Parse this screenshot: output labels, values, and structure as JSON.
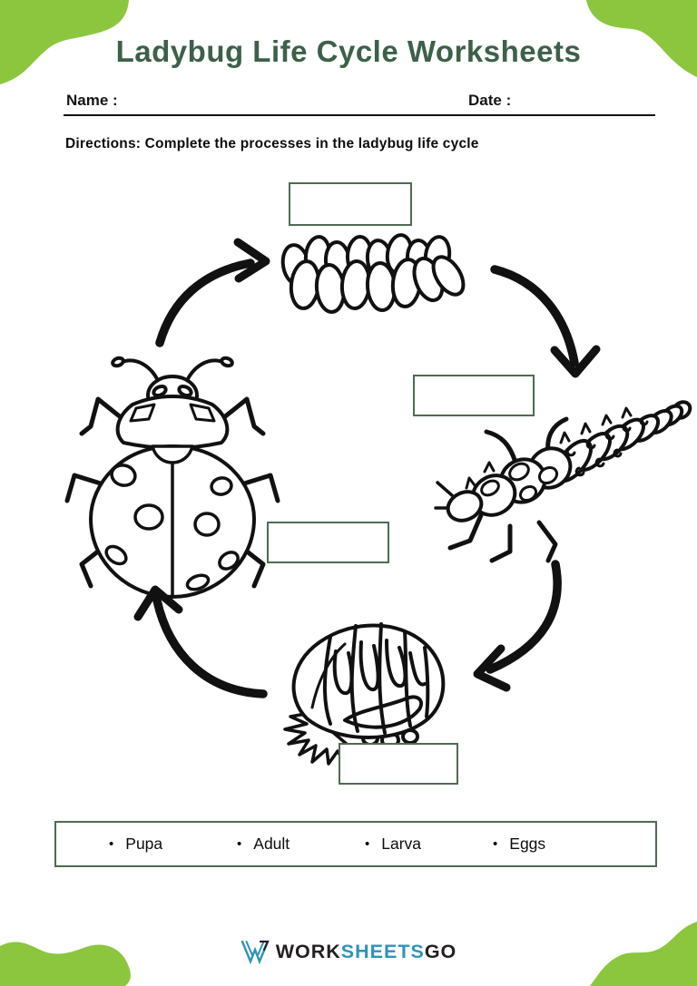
{
  "worksheet": {
    "title": "Ladybug Life Cycle Worksheets",
    "name_label": "Name :",
    "date_label": "Date :",
    "directions": "Directions: Complete the processes in the ladybug life cycle"
  },
  "cycle": {
    "answer_boxes": [
      {
        "id": "top-above-eggs",
        "value": ""
      },
      {
        "id": "right-above-larva",
        "value": ""
      },
      {
        "id": "middle-beside-adult",
        "value": ""
      },
      {
        "id": "bottom-below-pupa",
        "value": ""
      }
    ],
    "illustrations": [
      "eggs-cluster",
      "larva",
      "adult-ladybug",
      "pupa"
    ],
    "arrows": [
      "adult-to-eggs",
      "eggs-to-larva",
      "larva-to-pupa",
      "pupa-to-adult"
    ]
  },
  "word_bank": {
    "bullet": "•",
    "items": [
      "Pupa",
      "Adult",
      "Larva",
      "Eggs"
    ]
  },
  "footer_logo": {
    "part1": "WORK",
    "part2": "SHEETS",
    "part3": "GO"
  },
  "colors": {
    "title_green": "#3d6049",
    "corner_green": "#8cc63f",
    "box_border": "#4e6b52",
    "ink": "#111111",
    "logo_teal": "#2e93b9",
    "logo_dark": "#231f20"
  }
}
